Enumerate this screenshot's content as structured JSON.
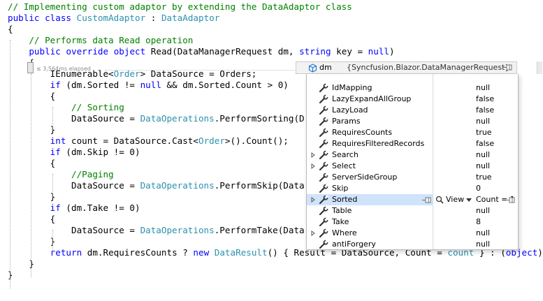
{
  "code": {
    "lines": [
      [
        {
          "t": "// Implementing custom adaptor by extending the DataAdaptor class",
          "c": "comment"
        }
      ],
      [
        {
          "t": "public",
          "c": "keyword"
        },
        {
          "t": " ",
          "c": "plain"
        },
        {
          "t": "class",
          "c": "keyword"
        },
        {
          "t": " ",
          "c": "plain"
        },
        {
          "t": "CustomAdaptor",
          "c": "type"
        },
        {
          "t": " : ",
          "c": "plain"
        },
        {
          "t": "DataAdaptor",
          "c": "type"
        }
      ],
      [
        {
          "t": "{",
          "c": "plain"
        }
      ],
      [
        {
          "t": "    // Performs data Read operation",
          "c": "comment"
        }
      ],
      [
        {
          "t": "    ",
          "c": "plain"
        },
        {
          "t": "public",
          "c": "keyword"
        },
        {
          "t": " ",
          "c": "plain"
        },
        {
          "t": "override",
          "c": "keyword"
        },
        {
          "t": " ",
          "c": "plain"
        },
        {
          "t": "object",
          "c": "keyword"
        },
        {
          "t": " Read(DataManagerRequest dm, ",
          "c": "plain"
        },
        {
          "t": "string",
          "c": "keyword"
        },
        {
          "t": " key = ",
          "c": "plain"
        },
        {
          "t": "null",
          "c": "keyword"
        },
        {
          "t": ")",
          "c": "plain"
        }
      ],
      [
        {
          "t": "    {",
          "c": "plain"
        }
      ],
      [
        {
          "t": "        IEnumerable<",
          "c": "plain"
        },
        {
          "t": "Order",
          "c": "type"
        },
        {
          "t": "> DataSource = Orders;",
          "c": "plain"
        }
      ],
      [
        {
          "t": "        ",
          "c": "plain"
        },
        {
          "t": "if",
          "c": "keyword"
        },
        {
          "t": " (dm.Sorted != ",
          "c": "plain"
        },
        {
          "t": "null",
          "c": "keyword"
        },
        {
          "t": " && dm.Sorted.Count > 0)",
          "c": "plain"
        }
      ],
      [
        {
          "t": "        {",
          "c": "plain"
        }
      ],
      [
        {
          "t": "            // Sorting",
          "c": "comment"
        }
      ],
      [
        {
          "t": "            DataSource = ",
          "c": "plain"
        },
        {
          "t": "DataOperations",
          "c": "type"
        },
        {
          "t": ".PerformSorting(D",
          "c": "plain"
        }
      ],
      [
        {
          "t": "        }",
          "c": "plain"
        }
      ],
      [
        {
          "t": "        ",
          "c": "plain"
        },
        {
          "t": "int",
          "c": "keyword"
        },
        {
          "t": " count = DataSource.Cast<",
          "c": "plain"
        },
        {
          "t": "Order",
          "c": "type"
        },
        {
          "t": ">().Count();",
          "c": "plain"
        }
      ],
      [
        {
          "t": "        ",
          "c": "plain"
        },
        {
          "t": "if",
          "c": "keyword"
        },
        {
          "t": " (dm.Skip != 0)",
          "c": "plain"
        }
      ],
      [
        {
          "t": "        {",
          "c": "plain"
        }
      ],
      [
        {
          "t": "            //Paging",
          "c": "comment"
        }
      ],
      [
        {
          "t": "            DataSource = ",
          "c": "plain"
        },
        {
          "t": "DataOperations",
          "c": "type"
        },
        {
          "t": ".PerformSkip(Data",
          "c": "plain"
        }
      ],
      [
        {
          "t": "        }",
          "c": "plain"
        }
      ],
      [
        {
          "t": "        ",
          "c": "plain"
        },
        {
          "t": "if",
          "c": "keyword"
        },
        {
          "t": " (dm.Take != 0)",
          "c": "plain"
        }
      ],
      [
        {
          "t": "        {",
          "c": "plain"
        }
      ],
      [
        {
          "t": "            DataSource = ",
          "c": "plain"
        },
        {
          "t": "DataOperations",
          "c": "type"
        },
        {
          "t": ".PerformTake(Data",
          "c": "plain"
        }
      ],
      [
        {
          "t": "        }",
          "c": "plain"
        }
      ],
      [
        {
          "t": "        ",
          "c": "plain"
        },
        {
          "t": "return",
          "c": "keyword"
        },
        {
          "t": " dm.RequiresCounts ? ",
          "c": "plain"
        },
        {
          "t": "new",
          "c": "keyword"
        },
        {
          "t": " ",
          "c": "plain"
        },
        {
          "t": "DataResult",
          "c": "type"
        },
        {
          "t": "() { Result = DataSource, Count = ",
          "c": "plain"
        },
        {
          "t": "count",
          "c": "type"
        },
        {
          "t": " } : (",
          "c": "plain"
        },
        {
          "t": "object",
          "c": "keyword"
        },
        {
          "t": ")",
          "c": "plain"
        }
      ],
      [
        {
          "t": "    }",
          "c": "plain"
        }
      ],
      [
        {
          "t": "}",
          "c": "plain"
        }
      ]
    ],
    "elapsed": "≤ 3,564ms elapsed"
  },
  "datatip": {
    "name": "dm",
    "value": "{Syncfusion.Blazor.DataManagerRequest}",
    "properties": [
      {
        "name": "IdMapping",
        "value": "null",
        "expandable": false
      },
      {
        "name": "LazyExpandAllGroup",
        "value": "false",
        "expandable": false
      },
      {
        "name": "LazyLoad",
        "value": "false",
        "expandable": false
      },
      {
        "name": "Params",
        "value": "null",
        "expandable": false
      },
      {
        "name": "RequiresCounts",
        "value": "true",
        "expandable": false
      },
      {
        "name": "RequiresFilteredRecords",
        "value": "false",
        "expandable": false
      },
      {
        "name": "Search",
        "value": "null",
        "expandable": true
      },
      {
        "name": "Select",
        "value": "null",
        "expandable": true
      },
      {
        "name": "ServerSideGroup",
        "value": "true",
        "expandable": false
      },
      {
        "name": "Skip",
        "value": "0",
        "expandable": false
      },
      {
        "name": "Sorted",
        "value": "Count = 1",
        "expandable": true,
        "selected": true,
        "visualizer": "View"
      },
      {
        "name": "Table",
        "value": "null",
        "expandable": false
      },
      {
        "name": "Take",
        "value": "8",
        "expandable": false
      },
      {
        "name": "Where",
        "value": "null",
        "expandable": true
      },
      {
        "name": "antiForgery",
        "value": "null",
        "expandable": false
      }
    ]
  },
  "colors": {
    "comment": "#008000",
    "keyword": "#0000ff",
    "type": "#2b91af",
    "selection": "#cfe3fb"
  },
  "icons": {
    "datatip": "cube-icon",
    "property": "wrench-icon",
    "pin": "pin-icon",
    "visualizer": "magnifier-icon",
    "expander": "triangle-right-icon"
  }
}
